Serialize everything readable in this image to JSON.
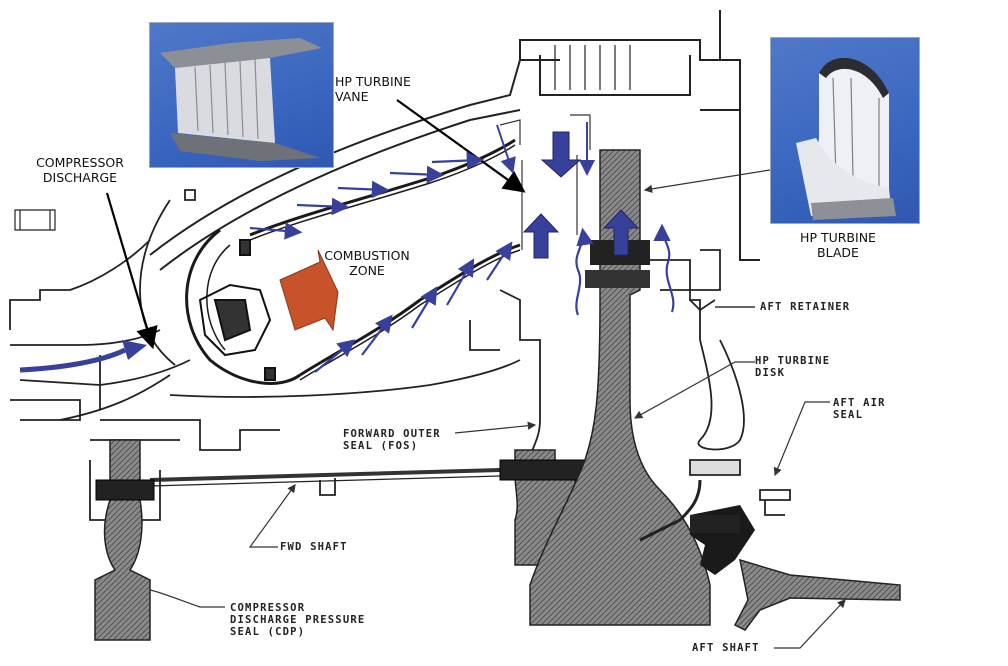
{
  "diagram": {
    "title": "HP Turbine Section Cross-Section",
    "colors": {
      "airflow_arrow": "#37409a",
      "combustion_arrow": "#c8522a",
      "metal_hatch": "#555555",
      "line": "#222222",
      "photo_background": "#3d67c2"
    },
    "callouts": {
      "compressor_discharge": "COMPRESSOR\nDISCHARGE",
      "hp_turbine_vane": "HP TURBINE\nVANE",
      "combustion_zone": "COMBUSTION\nZONE",
      "hp_turbine_blade": "HP TURBINE\nBLADE"
    },
    "drawing_labels": {
      "aft_retainer": "AFT RETAINER",
      "hp_turbine_disk": "HP TURBINE\nDISK",
      "aft_air_seal": "AFT AIR\nSEAL",
      "forward_outer_seal": "FORWARD OUTER\nSEAL (FOS)",
      "fwd_shaft": "FWD SHAFT",
      "cdp_seal": "COMPRESSOR\nDISCHARGE PRESSURE\nSEAL (CDP)",
      "aft_shaft": "AFT SHAFT"
    },
    "photos": {
      "vane_photo": "hp-turbine-vane-photo",
      "blade_photo": "hp-turbine-blade-photo"
    }
  }
}
